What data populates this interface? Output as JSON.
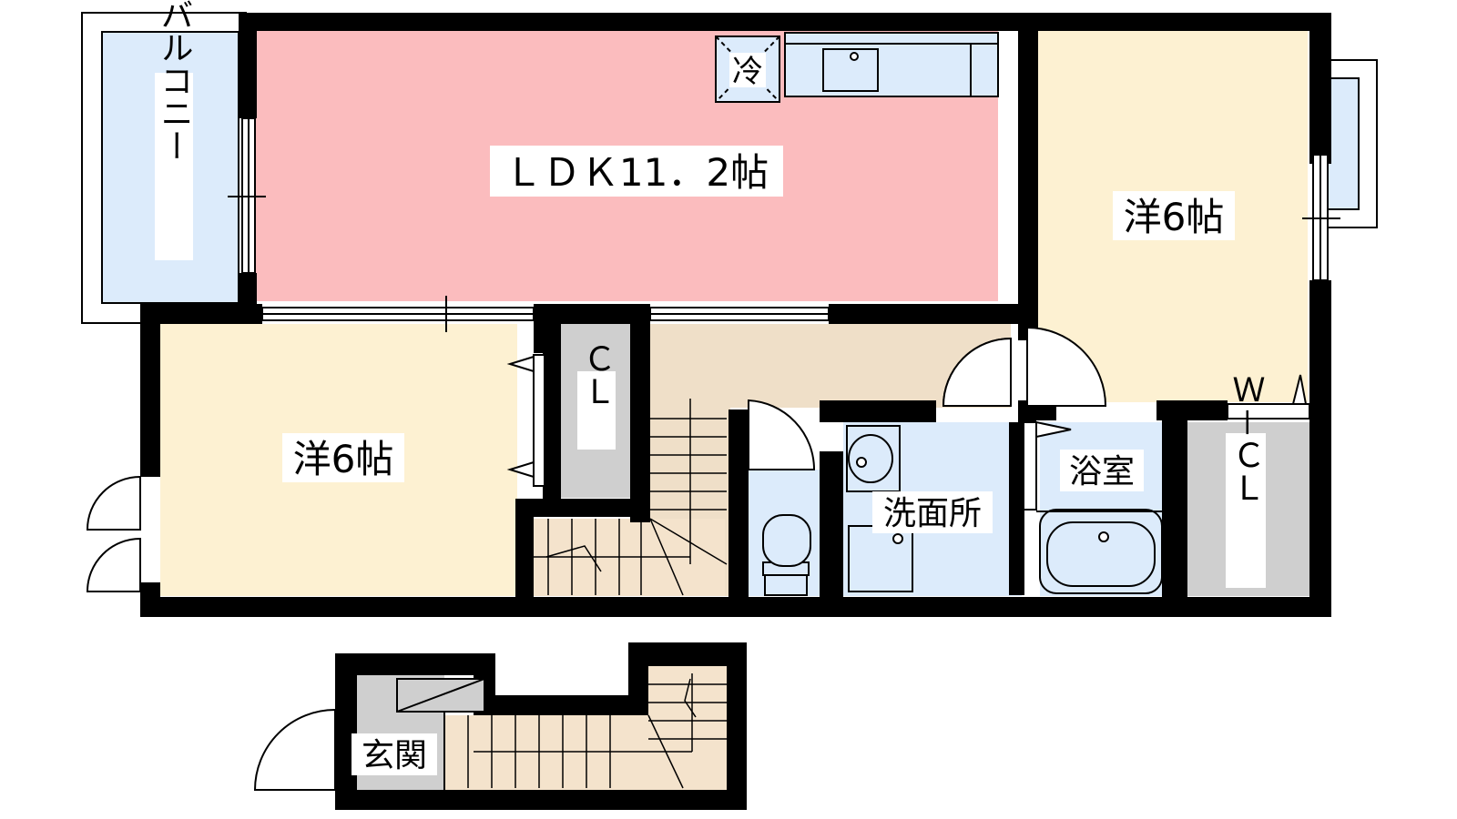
{
  "rooms": {
    "ldk": "ＬＤＫ11．2帖",
    "western_right": "洋6帖",
    "western_left": "洋6帖",
    "balcony": "バルコニー",
    "closet": "ＣＬ",
    "walk_in_closet": "Ｗ－ＣＬ",
    "washroom": "洗面所",
    "bathroom": "浴室",
    "entrance": "玄関"
  },
  "fixtures": {
    "refrigerator": "冷"
  },
  "colors": {
    "ldk": "#fbbcbe",
    "western": "#fdf1d2",
    "wet_area": "#dcebfb",
    "hallway": "#efdfc8",
    "stairs": "#f4e3cc",
    "closet": "#cfcfcf",
    "wall": "#000000"
  }
}
